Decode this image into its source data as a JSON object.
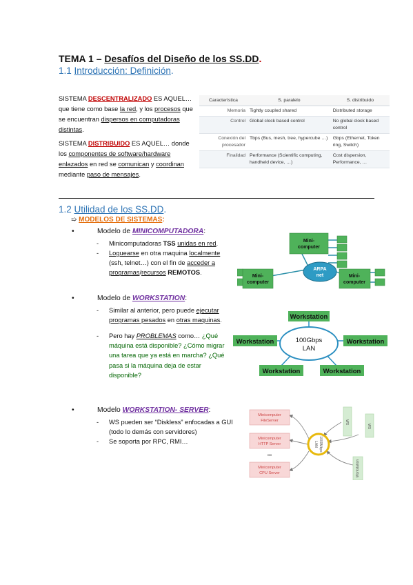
{
  "title": {
    "num": "TEMA 1 – ",
    "text": "Desafíos del Diseño de los SS.DD",
    "dot": "."
  },
  "section1": {
    "num": "1.1 ",
    "text": "Introducción: Definición",
    "dot": "."
  },
  "para1": {
    "a": "SISTEMA ",
    "b": "DESCENTRALIZADO",
    "c": " ES AQUEL… que tiene como base ",
    "d": "la red",
    "e": ", y los ",
    "f": "procesos",
    "g": " que se encuentran ",
    "h": "dispersos en computadoras",
    "i": " ",
    "j": "distintas",
    "k": "."
  },
  "para2": {
    "a": "SISTEMA ",
    "b": "DISTRIBUIDO",
    "c": " ES AQUEL… donde los ",
    "d": "componentes de software/hardware enlazados",
    "e": " en red se ",
    "f": "comunican",
    "g": " y ",
    "h": "coordinan",
    "i": " mediante ",
    "j": "paso de mensajes",
    "k": "."
  },
  "table": {
    "headers": [
      "Característica",
      "S. paralelo",
      "S. distribuido"
    ],
    "rows": [
      [
        "Memoria",
        "Tightly coupled shared",
        "Distributed storage"
      ],
      [
        "Control",
        "Global clock based control",
        "No global clock based control"
      ],
      [
        "Conexión del procesador",
        "Tbps (Bus, mesh, tree, hypercube …)",
        "Gbps (Ethernet, Token ring, Switch)"
      ],
      [
        "Finalidad",
        "Performance (Scientific computing, handheld device, …)",
        "Cost dispersion, Performance, …"
      ]
    ]
  },
  "section2": {
    "num": "1.2 ",
    "text": "Utilidad de los SS.DD",
    "dot": "."
  },
  "subheading": {
    "arrow": "➯",
    "text": "MODELOS DE SISTEMAS",
    "colon": ":"
  },
  "model1": {
    "bullet": "•",
    "pre": "Modelo de ",
    "kw": "MINICOMPUTADORA",
    "post": ":",
    "items": [
      {
        "a": "Minicomputadoras ",
        "b": "TSS",
        "c": " ",
        "d": "unidas en red",
        "e": "."
      },
      {
        "a": "Loguearse",
        "b": " en otra maquina ",
        "c": "localmente",
        "d": " (ssh, telnet…) con el fin de ",
        "e": "acceder a programas",
        "f": "/",
        "g": "recursos",
        "h": " ",
        "i": "REMOTOS",
        "j": "."
      }
    ]
  },
  "model2": {
    "bullet": "•",
    "pre": "Modelo de ",
    "kw": "WORKSTATION",
    "post": ":",
    "items": [
      {
        "a": "Similar al anterior, pero puede ",
        "b": "ejecutar programas pesados",
        "c": " en ",
        "d": "otras maquinas",
        "e": "."
      },
      {
        "a": "Pero hay ",
        "b": "PROBLEMAS",
        "c": " como… ",
        "d": "¿Qué máquina está disponible? ¿Cómo migrar una tarea que ya está en marcha? ¿Qué pasa si la máquina deja de estar disponible?"
      }
    ]
  },
  "model3": {
    "bullet": "•",
    "pre": "Modelo ",
    "kw": "WORKSTATION- SERVER",
    "post": ":",
    "items": [
      {
        "a": "WS pueden ser “Diskless” enfocadas a GUI (todo lo demás con servidores)"
      },
      {
        "a": "Se soporta por RPC, RMI…"
      }
    ]
  },
  "dash": "-",
  "diagram1": {
    "center": [
      "ARPA",
      "net"
    ],
    "nodes": [
      "Mini-",
      "computer"
    ],
    "colors": {
      "box": "#4fb25a",
      "ellipse": "#2e9bc4",
      "line": "#2a8fa8"
    }
  },
  "diagram2": {
    "center": [
      "100Gbps",
      "LAN"
    ],
    "node": "Workstation",
    "colors": {
      "box": "#4fb25a",
      "ellipse": "#2b8fc1"
    }
  },
  "diagram3": {
    "servers": [
      [
        "Minicomputer",
        "FileServer"
      ],
      [
        "Minicomputer",
        "HTTP Server"
      ],
      [
        "Minicomputer",
        "CPU Server"
      ]
    ],
    "dots": "•••",
    "center": [
      "1000Mbps",
      "LAN"
    ],
    "clients": [
      "WS",
      "WS",
      "Workstation"
    ],
    "colors": {
      "server": "#f8d7d7",
      "client": "#d5ecd3",
      "ring": "#e8b90c"
    }
  }
}
